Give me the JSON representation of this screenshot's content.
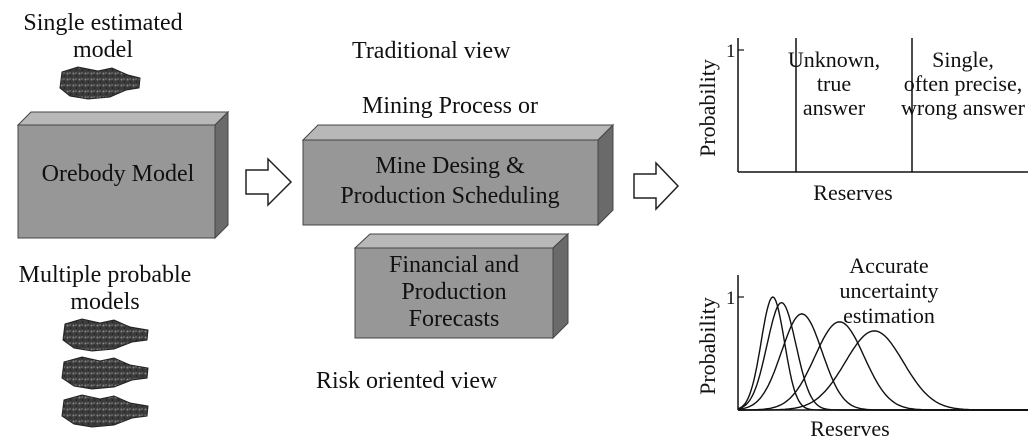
{
  "left": {
    "single_label": [
      "Single estimated",
      "model"
    ],
    "multiple_label": [
      "Multiple probable",
      "models"
    ],
    "orebody_box": "Orebody Model"
  },
  "middle": {
    "traditional_view": "Traditional view",
    "mining_process_title": [
      "Mining Process or",
      "Transfer Function"
    ],
    "mine_box": [
      "Mine Desing &",
      "Production Scheduling"
    ],
    "financial_box": [
      "Financial and",
      "Production",
      "Forecasts"
    ],
    "risk_view": "Risk oriented view"
  },
  "top_chart": {
    "ylabel": "Probability",
    "xlabel": "Reserves",
    "y_tick": "1",
    "annotation_unknown": [
      "Unknown,",
      "true",
      "answer"
    ],
    "annotation_single": [
      "Single,",
      "often precise,",
      "wrong answer"
    ]
  },
  "bottom_chart": {
    "ylabel": "Probability",
    "xlabel": "Reserves",
    "y_tick": "1",
    "annotation": [
      "Accurate",
      "uncertainty",
      "estimation"
    ]
  },
  "chart_data": [
    {
      "type": "line",
      "title": "",
      "xlabel": "Reserves",
      "ylabel": "Probability",
      "ylim": [
        0,
        1
      ],
      "y_ticks": [
        "1"
      ],
      "grid": false,
      "vertical_lines": [
        {
          "label": "Unknown, true answer",
          "x": 0.2,
          "y": 1
        },
        {
          "label": "Single, often precise, wrong answer",
          "x": 0.6,
          "y": 1
        }
      ]
    },
    {
      "type": "line",
      "title": "",
      "xlabel": "Reserves",
      "ylabel": "Probability",
      "ylim": [
        0,
        1
      ],
      "y_ticks": [
        "1"
      ],
      "grid": false,
      "series": [
        {
          "mean": 0.12,
          "sd": 0.04,
          "peak": 1.0
        },
        {
          "mean": 0.15,
          "sd": 0.05,
          "peak": 0.95
        },
        {
          "mean": 0.22,
          "sd": 0.07,
          "peak": 0.85
        },
        {
          "mean": 0.35,
          "sd": 0.085,
          "peak": 0.78
        },
        {
          "mean": 0.47,
          "sd": 0.1,
          "peak": 0.7
        }
      ]
    }
  ]
}
